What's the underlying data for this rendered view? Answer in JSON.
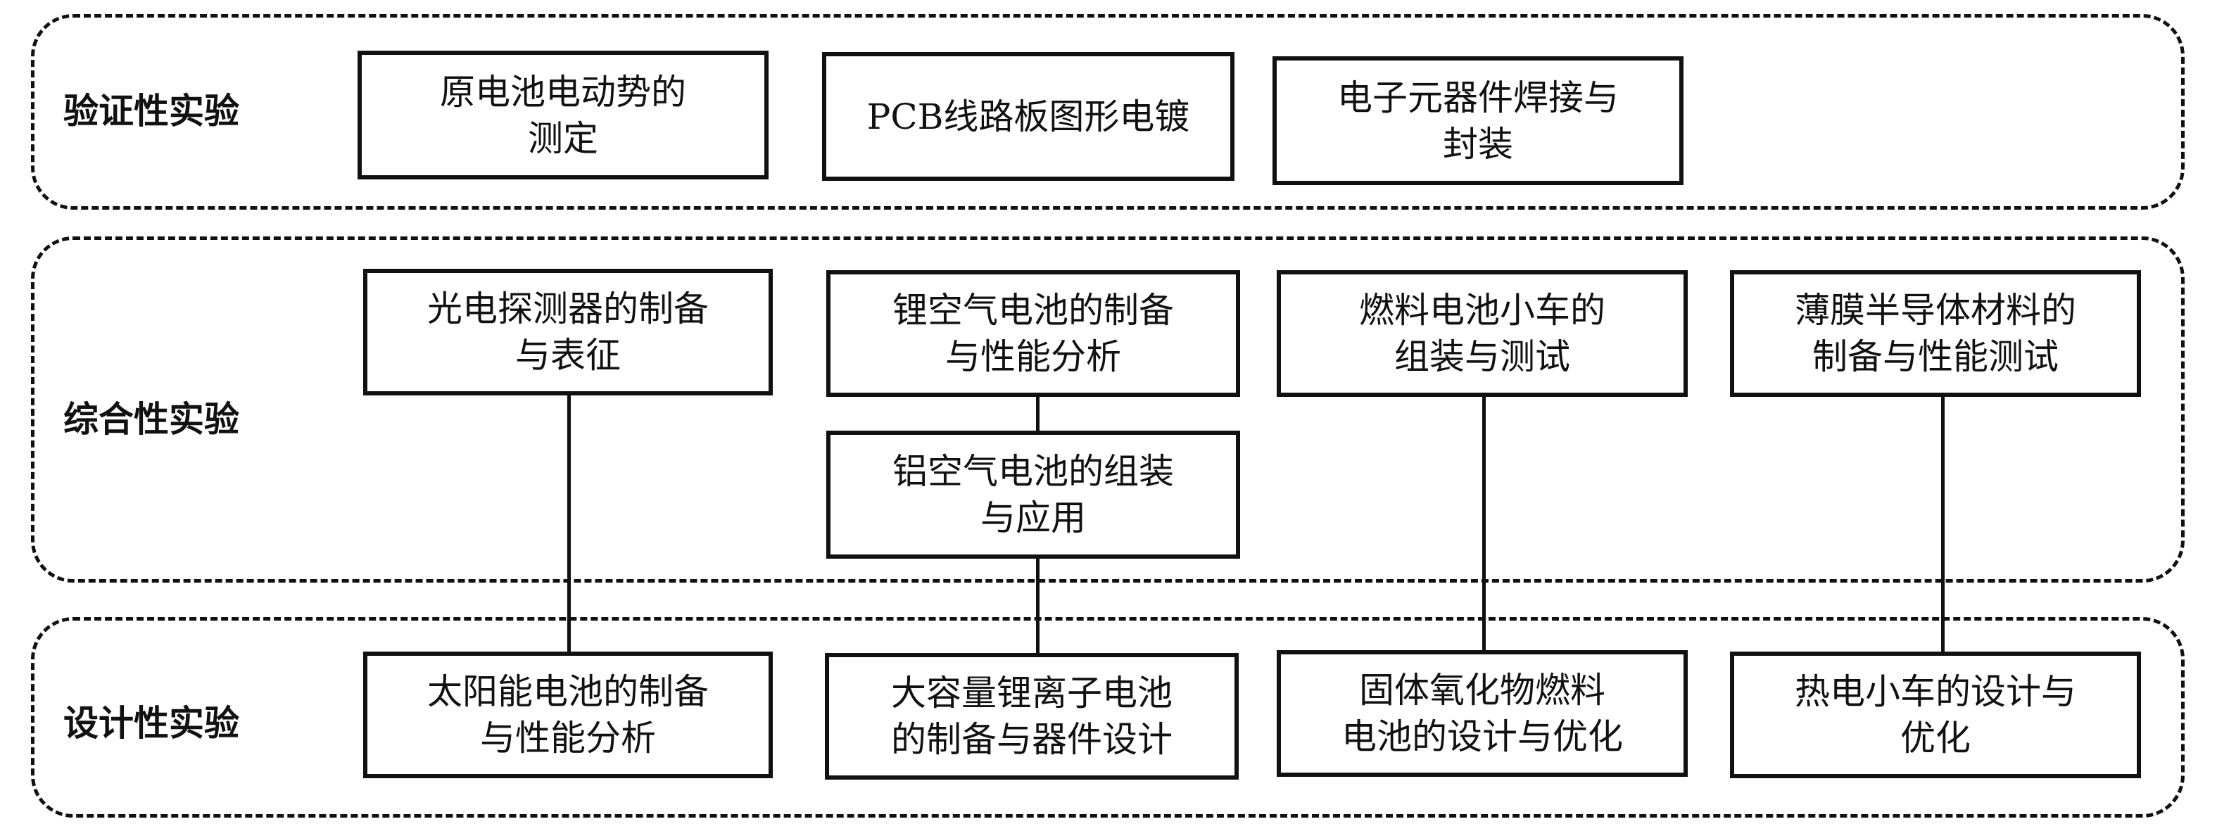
{
  "groups": [
    {
      "label": "验证性实验",
      "items": [
        "原电池电动势的\n测定",
        "PCB线路板图形电镀",
        "电子元器件焊接与\n封装"
      ]
    },
    {
      "label": "综合性实验",
      "items": [
        "光电探测器的制备\n与表征",
        "锂空气电池的制备\n与性能分析",
        "铝空气电池的组装\n与应用",
        "燃料电池小车的\n组装与测试",
        "薄膜半导体材料的\n制备与性能测试"
      ]
    },
    {
      "label": "设计性实验",
      "items": [
        "太阳能电池的制备\n与性能分析",
        "大容量锂离子电池\n的制备与器件设计",
        "固体氧化物燃料\n电池的设计与优化",
        "热电小车的设计与\n优化"
      ]
    }
  ],
  "connections": [
    {
      "from": "光电探测器的制备与表征",
      "to": "太阳能电池的制备与性能分析"
    },
    {
      "from": "锂空气电池的制备与性能分析",
      "to": "铝空气电池的组装与应用"
    },
    {
      "from": "铝空气电池的组装与应用",
      "to": "大容量锂离子电池的制备与器件设计"
    },
    {
      "from": "燃料电池小车的组装与测试",
      "to": "固体氧化物燃料电池的设计与优化"
    },
    {
      "from": "薄膜半导体材料的制备与性能测试",
      "to": "热电小车的设计与优化"
    }
  ]
}
